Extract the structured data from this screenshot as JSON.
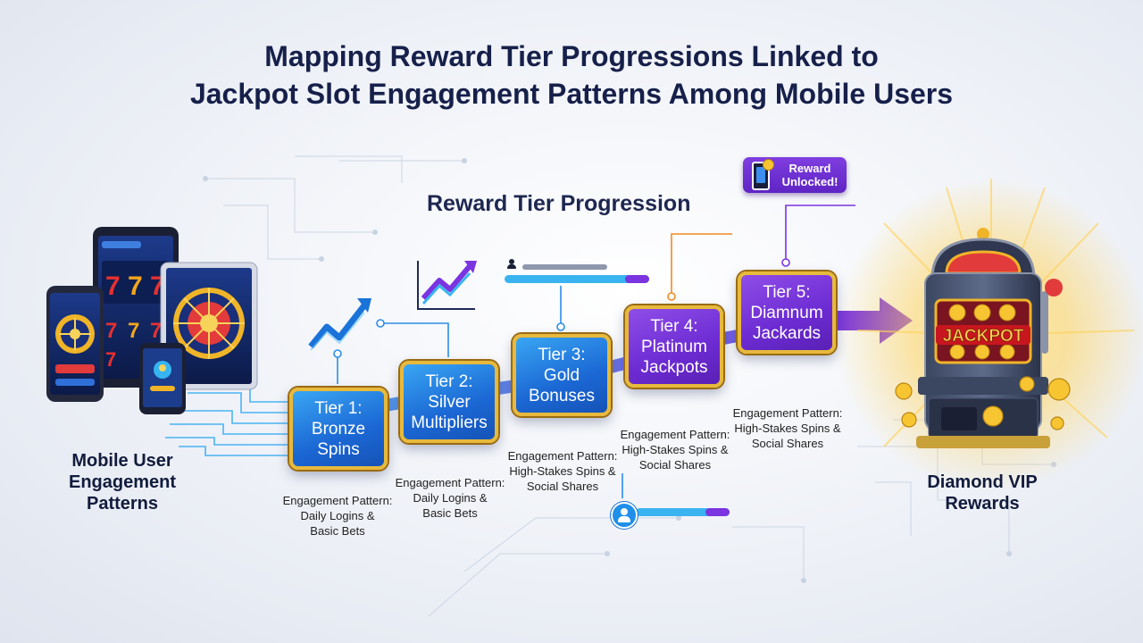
{
  "title": {
    "line1": "Mapping Reward Tier Progressions Linked to",
    "line2": "Jackpot Slot Engagement Patterns Among Mobile Users"
  },
  "subtitle": "Reward Tier Progression",
  "left_label": {
    "line1": "Mobile User",
    "line2": "Engagement",
    "line3": "Patterns"
  },
  "right_label": {
    "line1": "Diamond VIP",
    "line2": "Rewards"
  },
  "badge": {
    "line1": "Reward",
    "line2": "Unlocked!"
  },
  "jackpot_sign": "JACKPOT",
  "tiers": [
    {
      "lines": [
        "Tier 1:",
        "Bronze",
        "Spins"
      ],
      "pattern": [
        "Engagement Pattern:",
        "Daily Logins &",
        "Basic Bets"
      ]
    },
    {
      "lines": [
        "Tier 2:",
        "Silver",
        "Multipliers"
      ],
      "pattern": [
        "Engagement Pattern:",
        "Daily Logins &",
        "Basic Bets"
      ]
    },
    {
      "lines": [
        "Tier 3:",
        "Gold",
        "Bonuses"
      ],
      "pattern": [
        "Engagement Pattern:",
        "High-Stakes Spins &",
        "Social Shares"
      ]
    },
    {
      "lines": [
        "Tier 4:",
        "Platinum",
        "Jackpots"
      ],
      "pattern": [
        "Engagement Pattern:",
        "High-Stakes Spins &",
        "Social Shares"
      ]
    },
    {
      "lines": [
        "Tier 5:",
        "Diamnum",
        "Jackards"
      ],
      "pattern": [
        "Engagement Pattern:",
        "High-Stakes Spins &",
        "Social Shares"
      ]
    }
  ],
  "colors": {
    "title": "#16204a",
    "tier_blue": "#1b67d4",
    "tier_purple": "#6c2bd2",
    "tier_border": "#e7b93c",
    "circuit": "#4ab3f4",
    "accent_orange": "#f08a24"
  },
  "icons": [
    "trend-chart-icon",
    "user-icon",
    "phone-icon",
    "coin-icon",
    "arrow-right-icon",
    "slot-machine-icon",
    "slot-wheel-icon",
    "spin-wheel-icon"
  ]
}
